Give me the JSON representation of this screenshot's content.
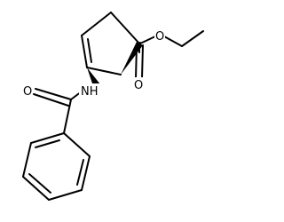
{
  "molecule": {
    "atoms": {
      "nh": "NH",
      "amide_o": "O",
      "ester_o_carbonyl": "O",
      "ester_o_ether": "O"
    }
  }
}
